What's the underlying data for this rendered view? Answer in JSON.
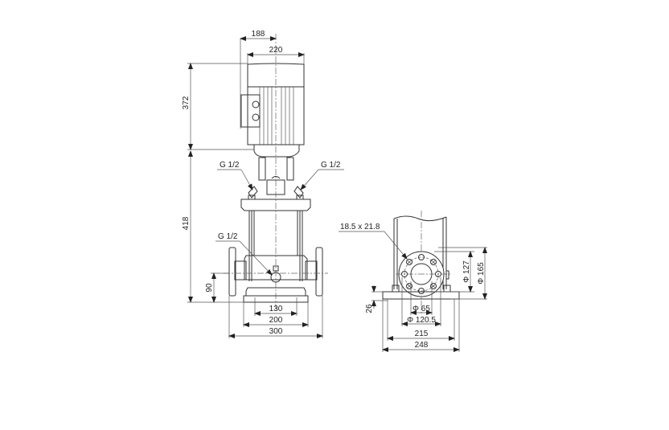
{
  "drawing": {
    "title": "Vertical multistage pump dimensional drawing",
    "side_view": {
      "dims": {
        "terminal_box_offset": "188",
        "motor_width": "220",
        "motor_height": "372",
        "pump_height": "418",
        "inlet_height": "90",
        "base_inner": "130",
        "base_mid": "200",
        "port_to_port": "300"
      },
      "ports": {
        "vent_left": "G 1/2",
        "vent_right": "G 1/2",
        "drain": "G 1/2"
      }
    },
    "base_view": {
      "dims": {
        "bolt_holes": "18.5 x 21.8",
        "flange_pcd": "Φ 127",
        "flange_od": "Φ 165",
        "base_height": "26",
        "bore": "Φ 65",
        "pcd_base": "Φ  120.5",
        "base_inner": "215",
        "base_outer": "248"
      }
    }
  }
}
